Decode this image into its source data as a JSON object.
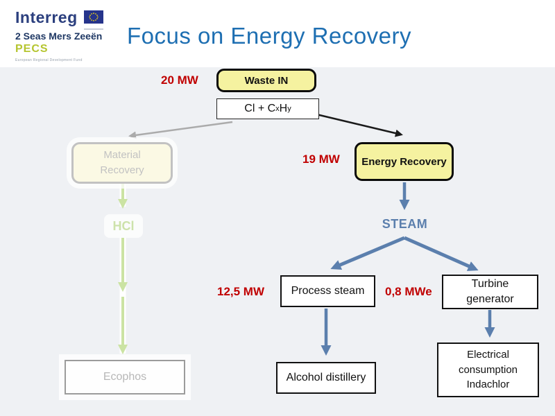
{
  "header": {
    "title": "Focus on Energy Recovery",
    "logo": {
      "brand": "Interreg",
      "region": "2 Seas Mers Zeeën",
      "project": "PECS",
      "tagline": "European Regional Development Fund"
    }
  },
  "diagram": {
    "waste_in": {
      "power": "20 MW",
      "label": "Waste IN"
    },
    "chem": {
      "part1": "Cl + C",
      "sub1": "x",
      "part2": "H",
      "sub2": "y"
    },
    "material_recovery": {
      "lines": [
        "Material",
        "Recovery"
      ]
    },
    "energy_recovery": {
      "power": "19 MW",
      "label": "Energy Recovery"
    },
    "hcl": {
      "label": "HCl"
    },
    "steam": {
      "label": "STEAM"
    },
    "process_steam": {
      "power": "12,5 MW",
      "label": "Process steam"
    },
    "turbine_generator": {
      "power": "0,8 MWe",
      "lines": [
        "Turbine",
        "generator"
      ]
    },
    "ecophos": {
      "label": "Ecophos"
    },
    "alcohol_distillery": {
      "label": "Alcohol distillery"
    },
    "electrical_consumption": {
      "lines": [
        "Electrical",
        "consumption",
        "Indachlor"
      ]
    }
  },
  "colors": {
    "title_blue": "#1e6fb2",
    "accent_red": "#c00000",
    "node_yellow": "#f5f2a0",
    "arrow_blue": "#5b7fad",
    "arrow_green_faded": "#cbe3a3",
    "arrow_gray_faded": "#ababab",
    "faded_gray": "#c2c2c2",
    "background": "#eff1f4",
    "header_background": "#ffffff"
  }
}
